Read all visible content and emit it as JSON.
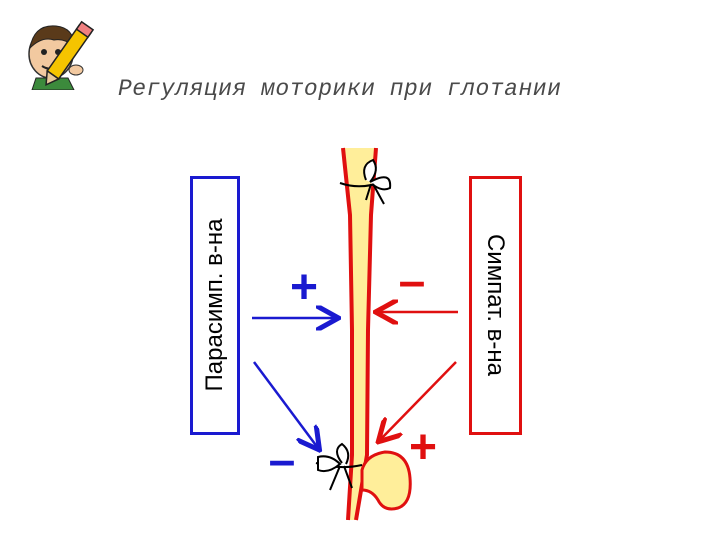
{
  "title": "Регуляция моторики при глотании",
  "left_box": {
    "label": "Парасимп. в-на",
    "color": "#1a1ad0"
  },
  "right_box": {
    "label": "Симпат. в-на",
    "color": "#e01010"
  },
  "signs": {
    "upper_plus": "+",
    "upper_minus": "–",
    "lower_minus": "–",
    "lower_plus": "+"
  },
  "icons": [
    "cartoon-pencil-icon",
    "ribbon-knot-icon"
  ]
}
